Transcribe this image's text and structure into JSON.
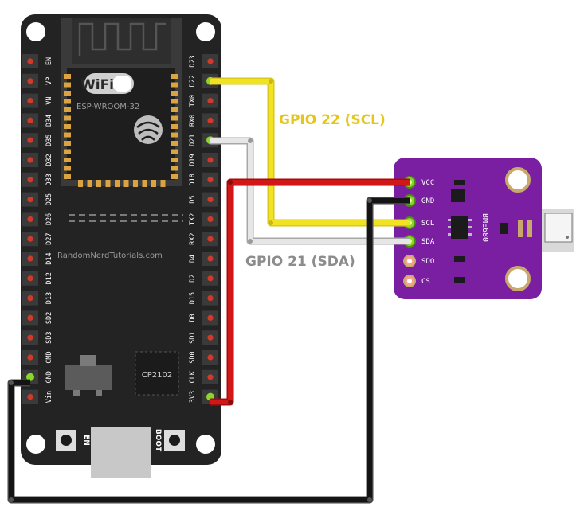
{
  "board": {
    "wifi_logo": "WiFi",
    "module_name": "ESP-WROOM-32",
    "watermark": "RandomNerdTutorials.com",
    "chip_label": "CP2102",
    "en_button_label": "EN",
    "boot_button_label": "BOOT",
    "left_pins": [
      "EN",
      "VP",
      "VN",
      "D34",
      "D35",
      "D32",
      "D33",
      "D25",
      "D26",
      "D27",
      "D14",
      "D12",
      "D13",
      "SD2",
      "SD3",
      "CMD",
      "GND",
      "Vin"
    ],
    "right_pins": [
      "D23",
      "D22",
      "TX0",
      "RX0",
      "D21",
      "D19",
      "D18",
      "D5",
      "TX2",
      "RX2",
      "D4",
      "D2",
      "D15",
      "D0",
      "SD1",
      "SD0",
      "CLK",
      "3V3"
    ]
  },
  "sensor": {
    "name": "BME680",
    "pins": [
      "VCC",
      "GND",
      "SCL",
      "SDA",
      "SDO",
      "CS"
    ]
  },
  "labels": {
    "scl": "GPIO 22 (SCL)",
    "sda": "GPIO 21 (SDA)"
  },
  "colors": {
    "board": "#232323",
    "sensor": "#7b1fa2",
    "scl_wire": "#f1e223",
    "sda_wire": "#c9c9c9",
    "power_wire": "#c81414",
    "ground_wire": "#141414",
    "scl_label": "#e6c619",
    "sda_label": "#8c8c8c"
  }
}
